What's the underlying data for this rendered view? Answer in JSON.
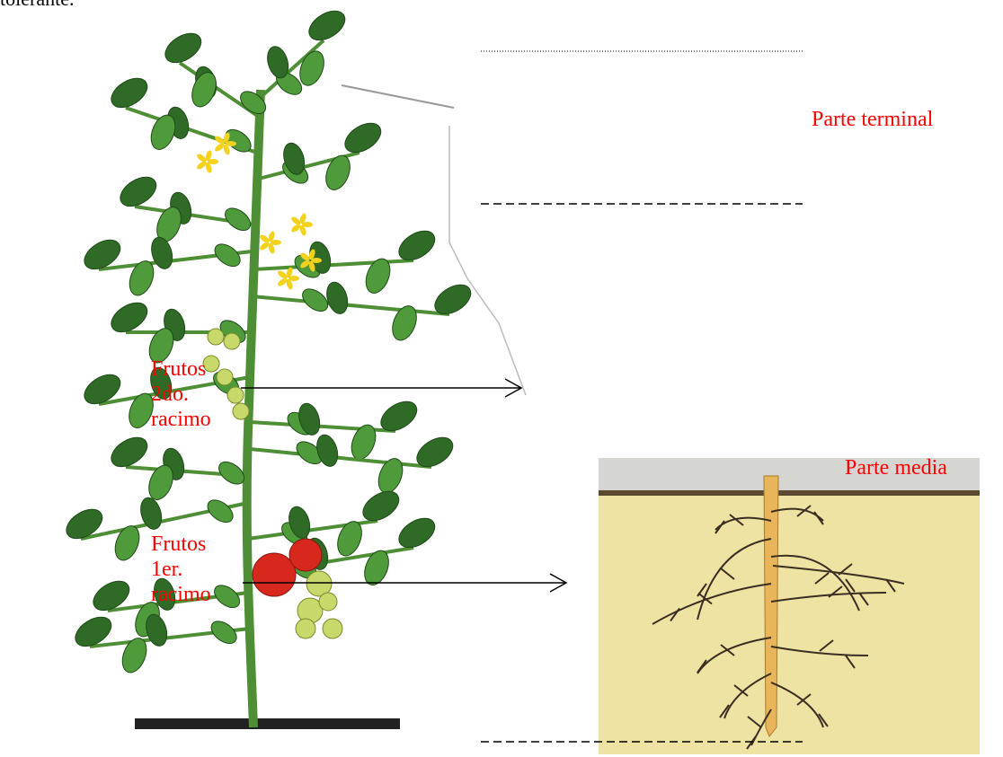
{
  "header": {
    "cutoff_text": "tolerante."
  },
  "labels": {
    "terminal": "Parte terminal",
    "media": "Parte media",
    "fruit2": [
      "Frutos",
      "2do.",
      "racimo"
    ],
    "fruit1": [
      "Frutos",
      "1er.",
      "racimo"
    ]
  },
  "colors": {
    "label_red": "#ff0000",
    "leaf_green": "#4f9a3a",
    "leaf_dark": "#2f6b26",
    "tomato_red": "#d8281e",
    "green_fruit": "#c9d86a",
    "flower_yellow": "#f2d21c",
    "soil_tan": "#efe3a3",
    "root_orange": "#e9b55a"
  },
  "icons": {
    "plant": "tomato-plant-illustration",
    "roots": "root-system-illustration",
    "arrow": "right-arrow"
  }
}
